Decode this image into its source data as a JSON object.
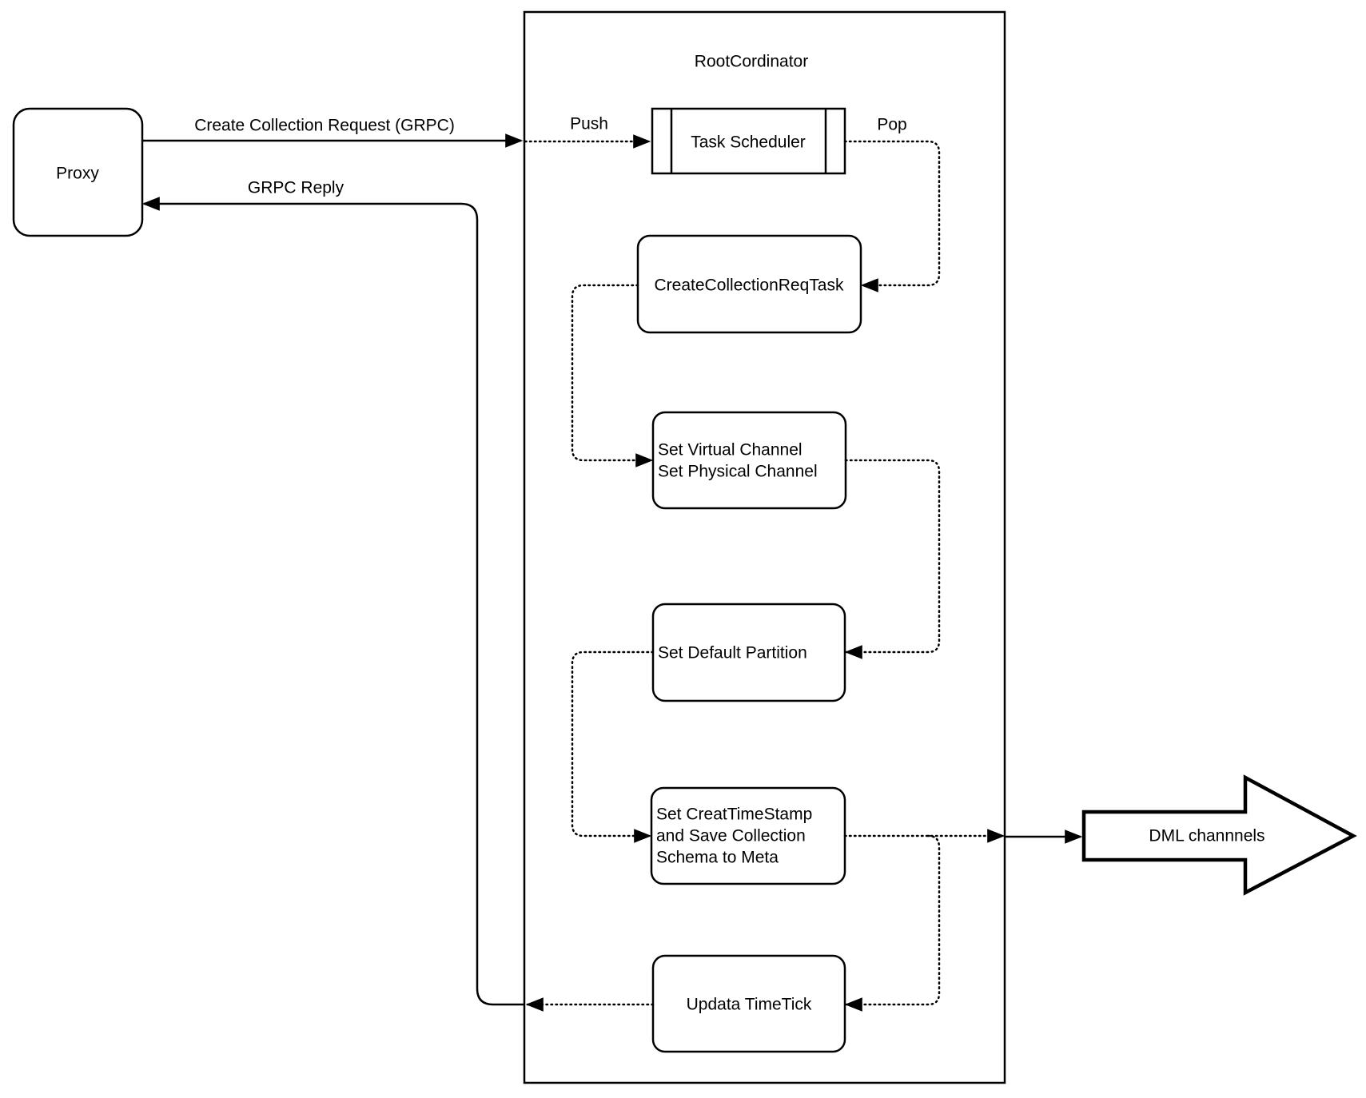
{
  "diagram": {
    "background": "#ffffff",
    "stroke_color": "#000000",
    "proxy_label": "Proxy",
    "container_title": "RootCordinator",
    "scheduler_label": "Task Scheduler",
    "edge_labels": {
      "create_request": "Create Collection Request (GRPC)",
      "grpc_reply": "GRPC Reply",
      "push": "Push",
      "pop": "Pop"
    },
    "tasks": {
      "create_req": {
        "lines": [
          "CreateCollectionReqTask"
        ]
      },
      "set_channel": {
        "lines": [
          "Set Virtual Channel",
          "Set Physical Channel"
        ]
      },
      "set_partition": {
        "lines": [
          "Set Default Partition"
        ]
      },
      "set_timestamp": {
        "lines": [
          "Set CreatTimeStamp",
          "and Save Collection",
          "Schema to Meta"
        ]
      },
      "update_timetick": {
        "lines": [
          "Updata TimeTick"
        ]
      }
    },
    "dml_label": "DML channnels"
  }
}
